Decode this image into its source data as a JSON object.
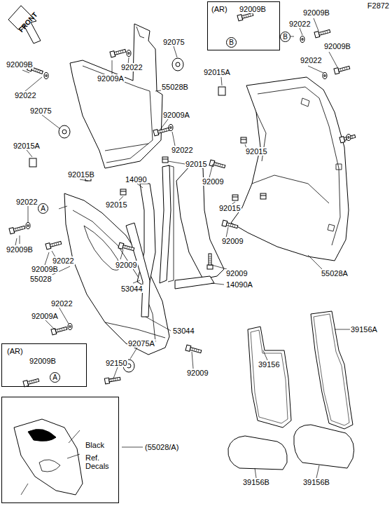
{
  "diagram": {
    "nodes": [
      {
        "text": [
          "(AR)",
          "92009B"
        ]
      },
      {
        "text": [
          "B"
        ],
        "in": 0
      },
      {
        "text": [
          "B"
        ]
      },
      {
        "text": [
          "A"
        ]
      },
      {
        "text": [
          "(AR)",
          "92009B"
        ]
      },
      {
        "text": [
          "A"
        ],
        "in": 4
      },
      {
        "text": [
          "Black",
          "Ref. Decals"
        ]
      }
    ],
    "labels": [
      "F2872",
      "FRONT",
      "92009B",
      "92022",
      "92009B",
      "92022",
      "92075",
      "92022",
      "92009A",
      "92009B",
      "92022",
      "55028B",
      "92015A",
      "92075",
      "92009A",
      "92022",
      "92015A",
      "92015",
      "92015",
      "92015B",
      "14090",
      "92009",
      "92015",
      "92015",
      "92022",
      "92009B",
      "92022",
      "92009B",
      "92009",
      "92009",
      "92009",
      "55028A",
      "14090A",
      "53044",
      "55028",
      "92022",
      "92009A",
      "53044",
      "39156",
      "39156A",
      "92075A",
      "92150",
      "92009",
      "(55028/A)",
      "39156B",
      "39156B"
    ]
  }
}
